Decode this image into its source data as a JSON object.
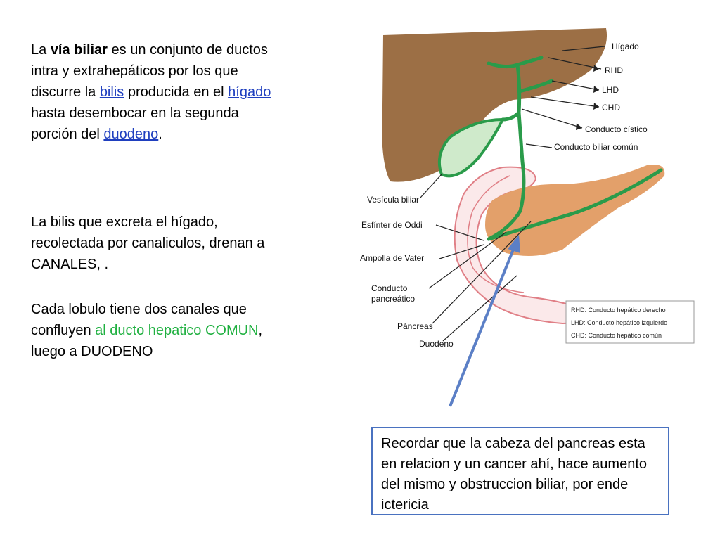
{
  "text": {
    "p1": {
      "a": "La ",
      "b": "vía biliar",
      "c": "   es un conjunto de ductos intra y extrahepáticos por los que discurre la ",
      "link1": "bilis",
      "d": " producida en el ",
      "link2": "hígado",
      "e": " hasta desembocar en la segunda porción del ",
      "link3": "duodeno",
      "f": "."
    },
    "p2": "La bilis que excreta el hígado,  recolectada por canaliculos, drenan a CANALES, .",
    "p3": {
      "a": "Cada lobulo tiene dos canales que confluyen ",
      "green": "al ducto hepatico COMUN",
      "b": ", luego a DUODENO"
    }
  },
  "diagram": {
    "labels": {
      "higado": "Hígado",
      "rhd": "RHD",
      "lhd": "LHD",
      "chd": "CHD",
      "cistico": "Conducto cístico",
      "biliar_comun": "Conducto biliar común",
      "vesicula": "Vesícula biliar",
      "oddi": "Esfínter de Oddi",
      "vater": "Ampolla de Vater",
      "pancreatico_1": "Conducto",
      "pancreatico_2": "pancreático",
      "pancreas": "Páncreas",
      "duodeno": "Duodeno"
    },
    "legend": [
      "RHD: Conducto hepático derecho",
      "LHD: Conducto hepático izquierdo",
      "CHD: Conducto hepático común"
    ],
    "colors": {
      "liver": "#9c6f45",
      "duct": "#2a9b4a",
      "gallbladder": "#cfeacb",
      "pancreas": "#e3a06a",
      "duodenum": "#e07f86",
      "arrow": "#5b7fc6"
    }
  },
  "note": "Recordar que la cabeza del pancreas esta en relacion y un cancer ahí, hace aumento del mismo y obstruccion biliar, por ende ictericia"
}
